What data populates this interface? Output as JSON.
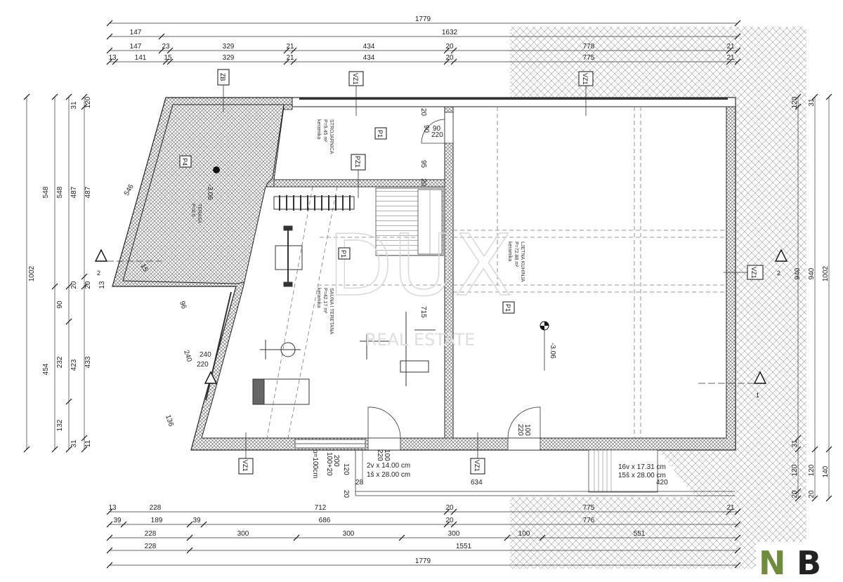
{
  "dimensions": {
    "top": {
      "row1": [
        "1779"
      ],
      "row2": [
        "147",
        "1632"
      ],
      "row3": [
        "147",
        "23",
        "15",
        "329",
        "21",
        "434",
        "20",
        "778",
        "21"
      ],
      "row4": [
        "13",
        "141",
        "329",
        "434",
        "775"
      ]
    },
    "bottom": {
      "row1": [
        "13",
        "228",
        "712",
        "20",
        "775",
        "21"
      ],
      "row2": [
        "39",
        "189",
        "39",
        "686",
        "20",
        "776"
      ],
      "row3": [
        "228",
        "300",
        "300",
        "300",
        "100",
        "551"
      ],
      "row4": [
        "228",
        "1551"
      ],
      "row5": [
        "1779"
      ]
    },
    "left": {
      "col1": [
        "1002"
      ],
      "col2": [
        "548",
        "454"
      ],
      "col3": [
        "548",
        "90",
        "232",
        "132"
      ],
      "col4": [
        "31",
        "487",
        "20",
        "423",
        "31"
      ],
      "col5": [
        "120",
        "487",
        "13",
        "433",
        "20",
        "11"
      ]
    },
    "right": {
      "col1": [
        "120",
        "31"
      ],
      "col2": [
        "940",
        "1002"
      ],
      "col3": [
        "31",
        "120",
        "140",
        "20"
      ]
    },
    "interior": [
      "546",
      "15",
      "96",
      "240",
      "136",
      "240",
      "220",
      "90",
      "90",
      "220",
      "95",
      "20",
      "20",
      "715",
      "100",
      "220",
      "100",
      "220",
      "200",
      "100+20",
      "p=100cm",
      "120",
      "28",
      "20",
      "634",
      "420"
    ]
  },
  "tags": {
    "zb": "ZB",
    "vz1": "VZ1",
    "pz1": "PZ1",
    "p1": "P1",
    "p4": "P4"
  },
  "rooms": {
    "kotlovnica": {
      "name": "STROJARNICA",
      "area": "P=9.45 m²",
      "finish": "keramika"
    },
    "sauna": {
      "name": "SAUNA I TERETANA",
      "area": "P=42.17 m²",
      "finish": "keramika"
    },
    "kuhinja": {
      "name": "LJETNA KUHINJA",
      "area": "P=72.88 m²",
      "finish": "keramika"
    },
    "zb": {
      "name": "TERASA",
      "area": "P=0.0",
      "finish": ""
    }
  },
  "levels": {
    "kuhinja": "-3.06",
    "zb": "-3.06"
  },
  "sections": {
    "left_2": "2",
    "right_2": "2",
    "right_1": "1"
  },
  "stairs": {
    "front": [
      "2v x 14.00 cm",
      "1š x 28.00 cm"
    ],
    "right": [
      "16v x 17.31 cm",
      "15š x 28.00 cm"
    ]
  },
  "watermark": {
    "main": "DUX",
    "sub": "REAL ESTATE"
  },
  "logo": {
    "left": "N",
    "right": "B",
    "left_color": "#6f8c3a",
    "right_color": "#222222"
  }
}
